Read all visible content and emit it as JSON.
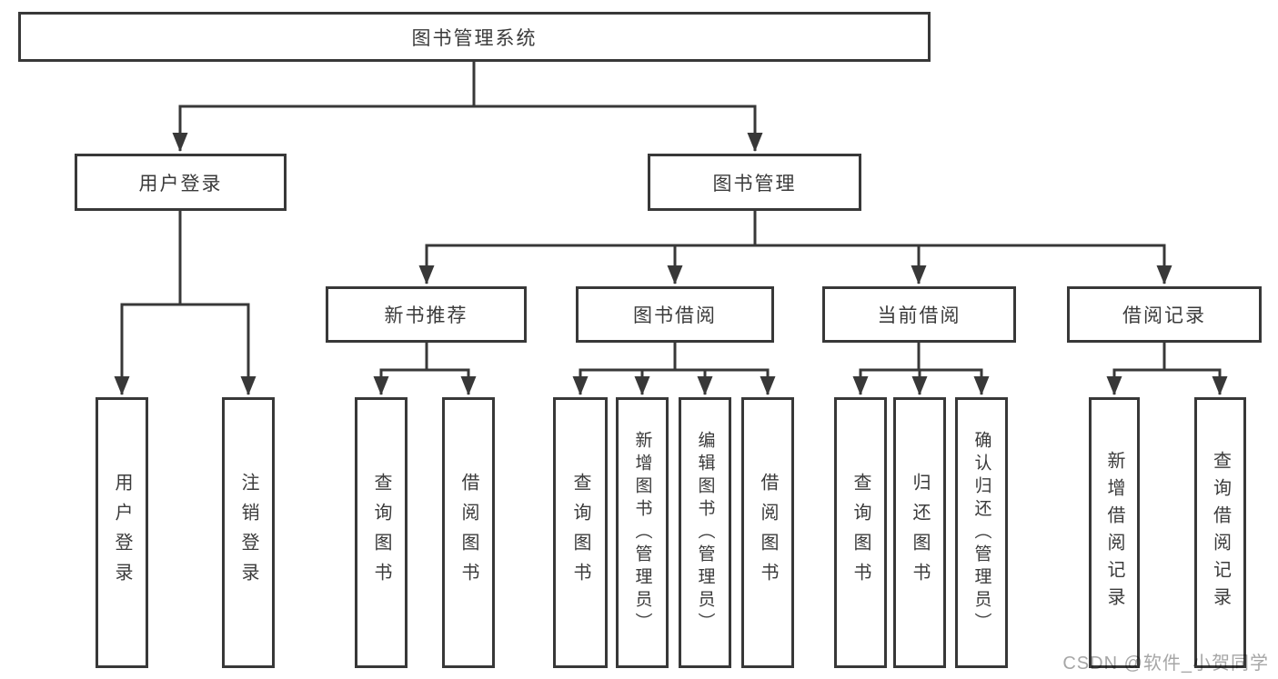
{
  "tree": {
    "root": "图书管理系统",
    "children": [
      {
        "label": "用户登录",
        "children": [
          {
            "label": "用户登录"
          },
          {
            "label": "注销登录"
          }
        ]
      },
      {
        "label": "图书管理",
        "children": [
          {
            "label": "新书推荐",
            "children": [
              {
                "label": "查询图书"
              },
              {
                "label": "借阅图书"
              }
            ]
          },
          {
            "label": "图书借阅",
            "children": [
              {
                "label": "查询图书"
              },
              {
                "label": "新增图书（管理员）"
              },
              {
                "label": "编辑图书（管理员）"
              },
              {
                "label": "借阅图书"
              }
            ]
          },
          {
            "label": "当前借阅",
            "children": [
              {
                "label": "查询图书"
              },
              {
                "label": "归还图书"
              },
              {
                "label": "确认归还（管理员）"
              }
            ]
          },
          {
            "label": "借阅记录",
            "children": [
              {
                "label": "新增借阅记录"
              },
              {
                "label": "查询借阅记录"
              }
            ]
          }
        ]
      }
    ]
  },
  "colors": {
    "line": "#383838",
    "text": "#3b3b3b",
    "box_background": "#ffffff",
    "watermark": "#a6a6a6"
  },
  "watermark": {
    "text": "CSDN @软件_小贺同学"
  }
}
